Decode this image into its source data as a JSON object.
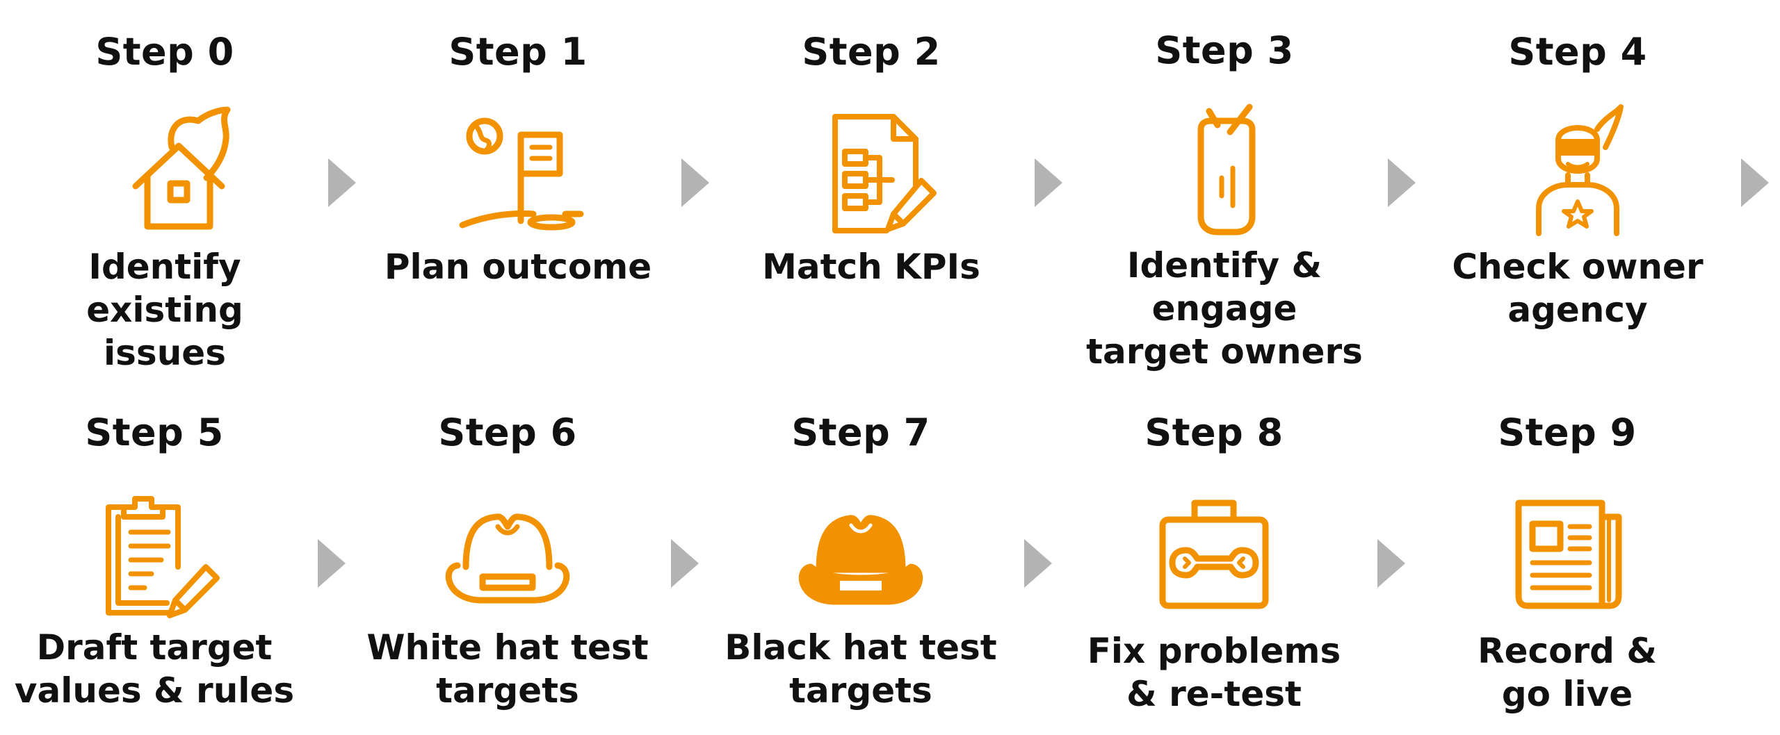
{
  "accent_color": "#F39200",
  "arrow_color": "#B3B3B3",
  "steps": [
    {
      "title": "Step 0",
      "desc": "Identify existing\nissues",
      "icon": "house-fire-icon"
    },
    {
      "title": "Step 1",
      "desc": "Plan outcome",
      "icon": "globe-flag-icon"
    },
    {
      "title": "Step 2",
      "desc": "Match KPIs",
      "icon": "document-pencil-icon"
    },
    {
      "title": "Step 3",
      "desc": "Identify & engage\ntarget owners",
      "icon": "radio-walkie-icon"
    },
    {
      "title": "Step 4",
      "desc": "Check owner\nagency",
      "icon": "superhero-icon"
    },
    {
      "title": "Step 5",
      "desc": "Draft target\nvalues & rules",
      "icon": "clipboard-pencil-icon"
    },
    {
      "title": "Step 6",
      "desc": "White hat test\ntargets",
      "icon": "white-hat-icon"
    },
    {
      "title": "Step 7",
      "desc": "Black hat test\ntargets",
      "icon": "black-hat-icon"
    },
    {
      "title": "Step 8",
      "desc": "Fix problems\n& re-test",
      "icon": "toolbox-icon"
    },
    {
      "title": "Step 9",
      "desc": "Record &\ngo live",
      "icon": "newspaper-icon"
    }
  ]
}
